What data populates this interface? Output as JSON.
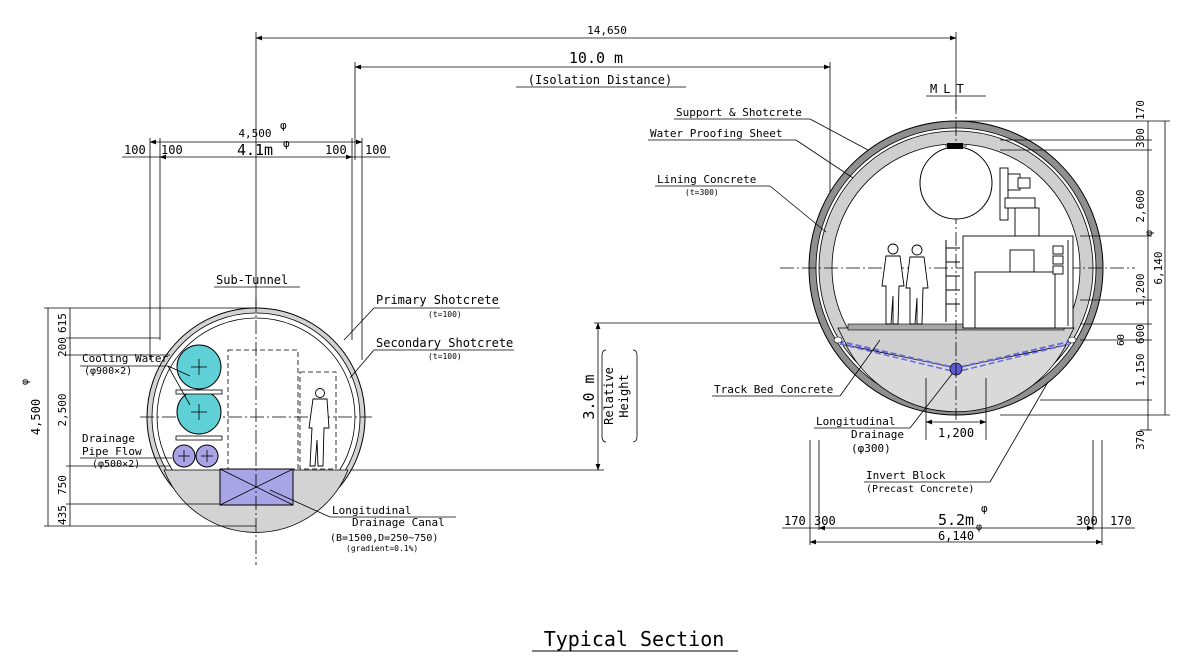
{
  "dimensions": {
    "span_total": "14,650",
    "isolation_value": "10.0 m",
    "isolation_label": "(Isolation Distance)",
    "sub_dia_outer": "4,500",
    "sub_dia_inner": "4.1m",
    "phi": "φ",
    "w100": "100",
    "relative_value": "3.0 m",
    "relative_label_1": "Relative",
    "relative_label_2": "Height",
    "sub_dia_left": "4,500",
    "sub_v_615": "615",
    "sub_v_200": "200",
    "sub_v_2500": "2,500",
    "sub_v_750": "750",
    "sub_v_435": "435",
    "mlt_v_170": "170",
    "mlt_v_300": "300",
    "mlt_v_2600": "2,600",
    "mlt_v_1200": "1,200",
    "mlt_v_600": "600",
    "mlt_v_1150": "1,150",
    "mlt_v_370": "370",
    "mlt_v_60": "60",
    "mlt_dia_right": "6,140",
    "mlt_w_1200": "1,200",
    "mlt_inner_dia": "5.2m",
    "mlt_outer_dia": "6,140",
    "mlt_b170": "170",
    "mlt_b300": "300"
  },
  "labels": {
    "mlt": "MLT",
    "sub_tunnel": "Sub-Tunnel",
    "primary_shotcrete": "Primary Shotcrete",
    "primary_t": "(t=100)",
    "secondary_shotcrete": "Secondary Shotcrete",
    "secondary_t": "(t=100)",
    "cooling_water": "Cooling Water",
    "cooling_spec": "(φ900×2)",
    "drainage_1": "Drainage",
    "drainage_2": "Pipe Flow",
    "drainage_spec": "(φ500×2)",
    "canal_1": "Longitudinal",
    "canal_2": "Drainage Canal",
    "canal_spec": "(B=1500,D=250~750)",
    "canal_gradient": "(gradient=0.1%)",
    "support": "Support & Shotcrete",
    "waterproof": "Water Proofing Sheet",
    "lining": "Lining Concrete",
    "lining_t": "(t=300)",
    "track_bed": "Track Bed Concrete",
    "long_drain_1": "Longitudinal",
    "long_drain_2": "Drainage",
    "long_drain_spec": "(φ300)",
    "invert_block": "Invert Block",
    "invert_spec": "(Precast Concrete)",
    "title": "Typical Section"
  }
}
